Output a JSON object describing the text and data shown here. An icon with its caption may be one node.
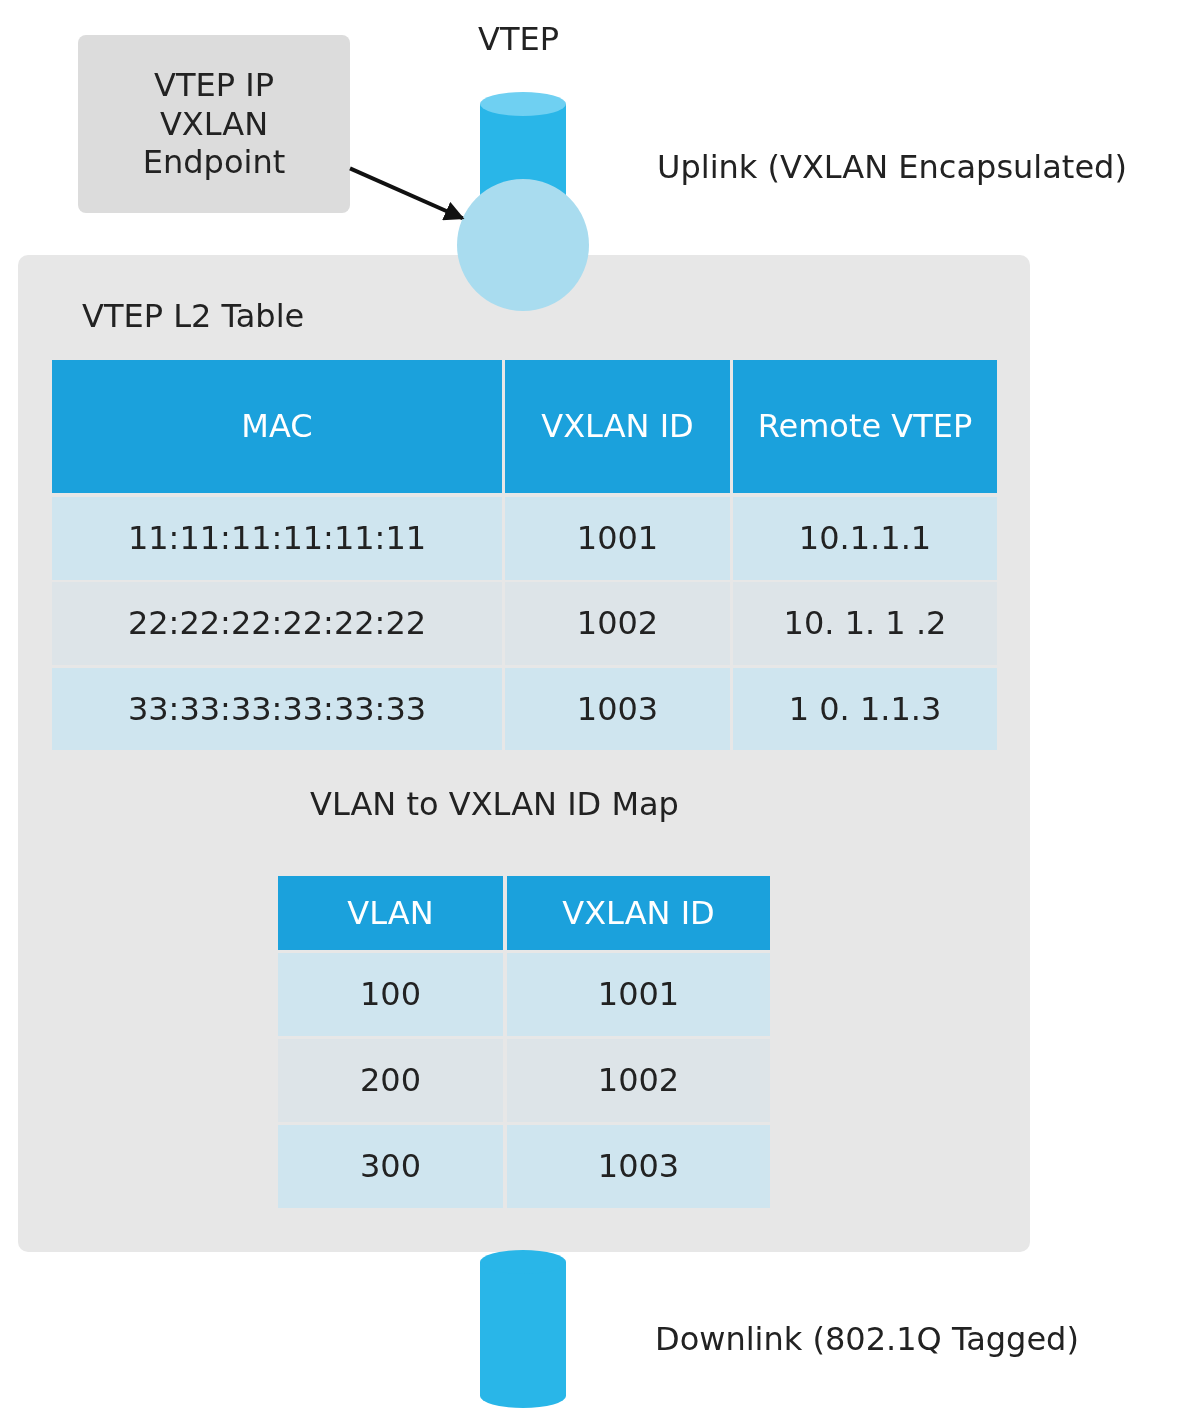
{
  "diagram": {
    "nodes": [
      {
        "text": [
          "VTEP IP VXLAN Endpoint"
        ]
      },
      {
        "text": [],
        "shape": "cylinder",
        "beside": [
          "Uplink (VXLAN Encapsulated)"
        ]
      },
      {
        "text": [],
        "shape": "circle"
      },
      {
        "text": [
          "VTEP L2 Table",
          "VLAN to VXLAN ID Map"
        ]
      },
      {
        "text": [],
        "shape": "cylinder",
        "beside": [
          "Downlink (802.1Q Tagged)"
        ]
      }
    ],
    "edges": [
      {
        "from": 0,
        "to": 2,
        "arrow": "to"
      }
    ],
    "labels": [
      "VTEP",
      "MAC",
      "VXLAN ID",
      "Remote VTEP",
      "11:11:11:11:11:11",
      "1001",
      "10.1.1.1",
      "22:22:22:22:22:22",
      "1002",
      "10. 1. 1 .2",
      "33:33:33:33:33:33",
      "1003",
      "1 0. 1.1.3",
      "VLAN",
      "VXLAN ID",
      "100",
      "1001",
      "200",
      "1002",
      "300",
      "1003"
    ]
  }
}
